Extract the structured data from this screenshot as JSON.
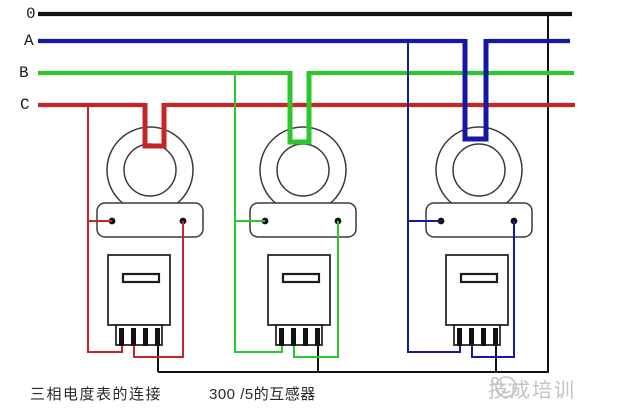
{
  "bus_labels": {
    "neutral": "0",
    "phase_a": "A",
    "phase_b": "B",
    "phase_c": "C"
  },
  "captions": {
    "meter_connection": "三相电度表的连接",
    "transformer_ratio": "300 /5的互感器"
  },
  "watermark": {
    "brand": "技成培训"
  },
  "colors": {
    "neutral-wire": "#111111",
    "phase-a-wire": "#1717a6",
    "phase-b-wire": "#2ec62e",
    "phase-c-wire": "#c52525",
    "outline": "#3a3a3a",
    "watermark": "#c3c3c3"
  }
}
